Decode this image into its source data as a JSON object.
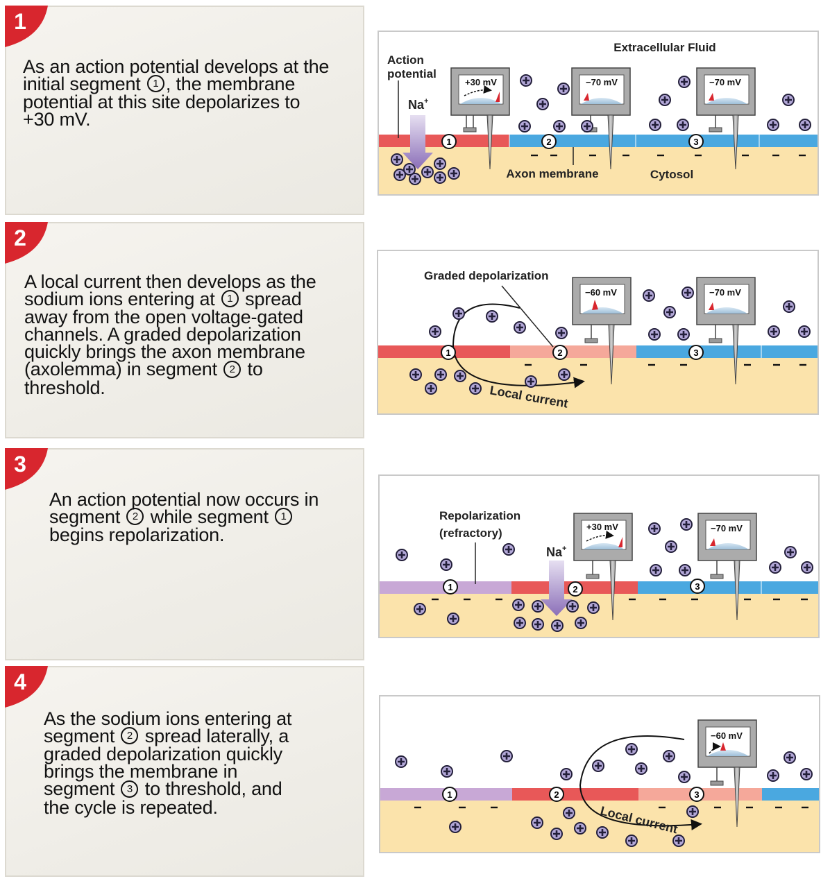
{
  "colors": {
    "extracellular": "#ffffff",
    "cytosol": "#fbe3ab",
    "membrane_active": "#e85858",
    "membrane_graded": "#f5a89a",
    "membrane_resting": "#4aa8e0",
    "membrane_refractory": "#c8a8d6",
    "ion_fill": "#b3a8d8",
    "badge": "#d8262e"
  },
  "panels": [
    {
      "number": "1",
      "text_lines": [
        [
          "As an action potential develops at the"
        ],
        [
          "initial segment ",
          "①",
          ", the membrane"
        ],
        [
          "potential at this site depolarizes to"
        ],
        [
          "+30 mV."
        ]
      ],
      "labels": {
        "extracellular": "Extracellular Fluid",
        "action1": "Action",
        "action2": "potential",
        "na": "Na",
        "na_sup": "+",
        "axon": "Axon membrane",
        "cytosol": "Cytosol"
      },
      "meters": [
        "+30 mV",
        "−70 mV",
        "−70 mV"
      ],
      "segment_labels": [
        "1",
        "2",
        "3"
      ]
    },
    {
      "number": "2",
      "text_lines": [
        [
          "A local current then develops as the"
        ],
        [
          "sodium ions entering at ",
          "①",
          " spread"
        ],
        [
          "away from the open voltage-gated"
        ],
        [
          "channels. A graded depolarization"
        ],
        [
          "quickly brings the axon membrane"
        ],
        [
          "(axolemma) in segment ",
          "②",
          " to"
        ],
        [
          "threshold."
        ]
      ],
      "labels": {
        "graded": "Graded depolarization",
        "local": "Local current"
      },
      "meters": [
        "−60 mV",
        "−70 mV"
      ],
      "segment_labels": [
        "1",
        "2",
        "3"
      ]
    },
    {
      "number": "3",
      "text_lines": [
        [
          "An action potential now occurs in"
        ],
        [
          "segment ",
          "②",
          " while segment ",
          "①"
        ],
        [
          "begins repolarization."
        ]
      ],
      "labels": {
        "repol1": "Repolarization",
        "repol2": "(refractory)",
        "na": "Na",
        "na_sup": "+"
      },
      "meters": [
        "+30 mV",
        "−70 mV"
      ],
      "segment_labels": [
        "1",
        "2",
        "3"
      ]
    },
    {
      "number": "4",
      "text_lines": [
        [
          "As the sodium ions entering at"
        ],
        [
          "segment ",
          "②",
          " spread laterally, a"
        ],
        [
          "graded depolarization quickly"
        ],
        [
          "brings the membrane in"
        ],
        [
          "segment ",
          "③",
          " to threshold, and"
        ],
        [
          "the cycle is repeated."
        ]
      ],
      "labels": {
        "local": "Local current"
      },
      "meters": [
        "−60 mV"
      ],
      "segment_labels": [
        "1",
        "2",
        "3"
      ]
    }
  ]
}
